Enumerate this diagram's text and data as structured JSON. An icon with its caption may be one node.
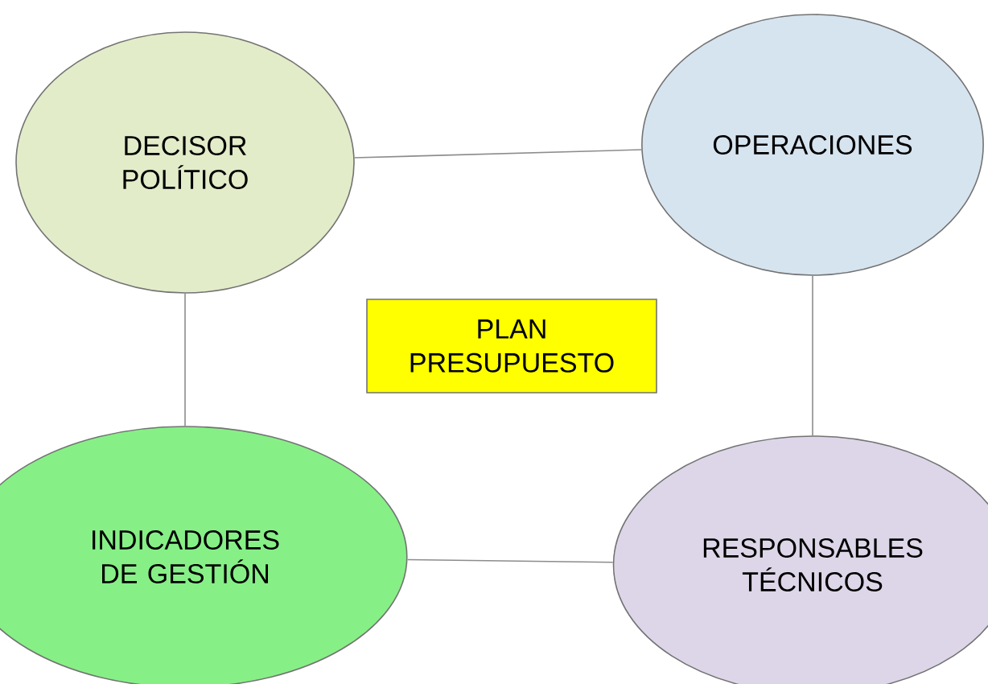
{
  "diagram": {
    "nodes": [
      {
        "text": [
          "DECISOR POLÍTICO"
        ]
      },
      {
        "text": [
          "OPERACIONES"
        ]
      },
      {
        "text": [
          "PLAN PRESUPUESTO"
        ]
      },
      {
        "text": [
          "INDICADORES DE GESTIÓN"
        ]
      },
      {
        "text": [
          "RESPONSABLES TÉCNICOS"
        ]
      }
    ],
    "edges": [
      {
        "from": 0,
        "to": 1,
        "arrow": "none"
      },
      {
        "from": 0,
        "to": 3,
        "arrow": "none"
      },
      {
        "from": 1,
        "to": 4,
        "arrow": "none"
      },
      {
        "from": 3,
        "to": 4,
        "arrow": "none"
      }
    ]
  }
}
